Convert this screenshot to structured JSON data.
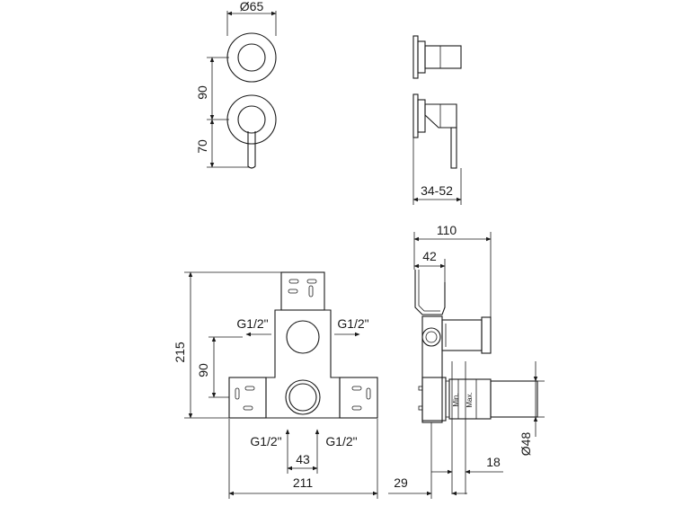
{
  "dimensions": {
    "diameter_65": "Ø65",
    "dim_90_top": "90",
    "dim_70": "70",
    "dim_34_52": "34-52",
    "dim_110": "110",
    "dim_42": "42",
    "dim_215": "215",
    "dim_90_bottom": "90",
    "dim_43": "43",
    "dim_211": "211",
    "dim_29": "29",
    "dim_18": "18",
    "diameter_48": "Ø48"
  },
  "connections": {
    "left_outlet": "G1/2\"",
    "right_outlet": "G1/2\"",
    "bottom_left_inlet": "G1/2\"",
    "bottom_right_inlet": "G1/2\""
  },
  "labels": {
    "min": "Min.",
    "max": "Max."
  }
}
